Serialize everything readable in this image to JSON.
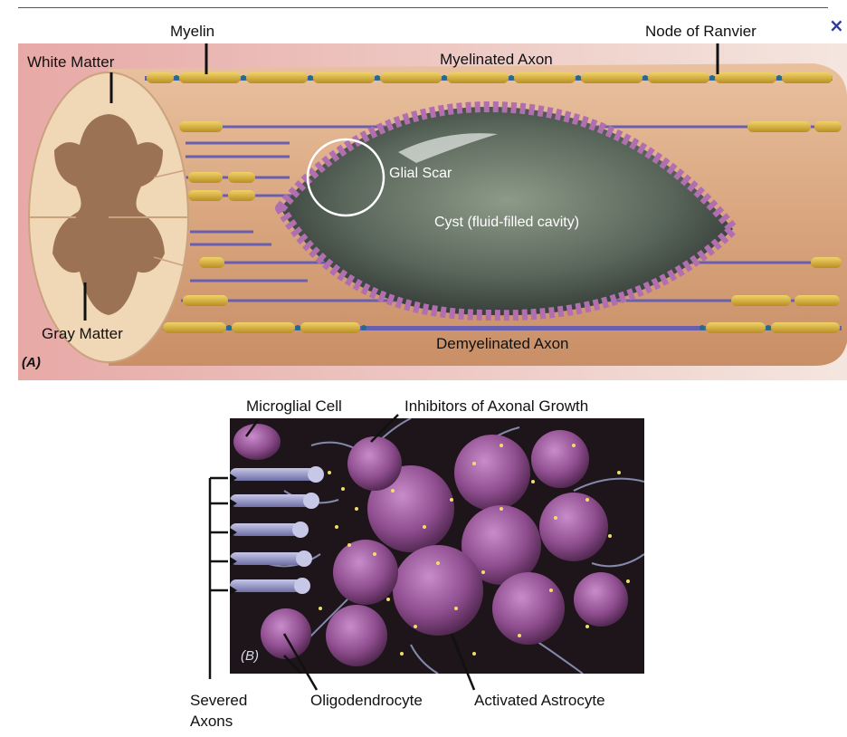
{
  "controls": {
    "close_glyph": "×"
  },
  "panel_a": {
    "tag": "(A)",
    "labels": {
      "myelin": "Myelin",
      "white_matter": "White Matter",
      "myelinated_axon": "Myelinated Axon",
      "node_of_ranvier": "Node of Ranvier",
      "glial_scar": "Glial Scar",
      "cyst": "Cyst (fluid-filled cavity)",
      "gray_matter": "Gray Matter",
      "demyelinated_axon": "Demyelinated Axon"
    }
  },
  "panel_b": {
    "tag": "(B)",
    "labels": {
      "microglial_cell": "Microglial Cell",
      "inhibitors": "Inhibitors of Axonal Growth",
      "severed_axons_line1": "Severed",
      "severed_axons_line2": "Axons",
      "oligodendrocyte": "Oligodendrocyte",
      "activated_astrocyte": "Activated Astrocyte"
    }
  },
  "colors": {
    "tissue": "#e2b48f",
    "myelin": "#d7b13a",
    "axon": "#6a5fae",
    "node": "#1f6f8a",
    "scar_cell": "#b26fb0",
    "cyst": "#5d6a5c",
    "gray_matter": "#9b7254",
    "astrocyte": "#8e4d8e"
  }
}
